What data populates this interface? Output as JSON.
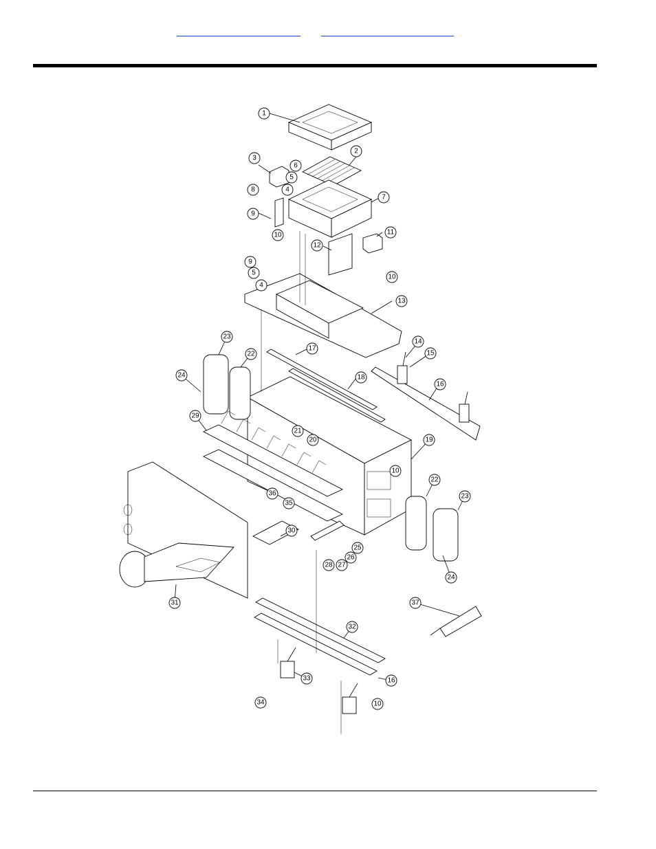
{
  "header": {
    "link_left": "",
    "link_right": ""
  },
  "callouts": [
    "1",
    "2",
    "3",
    "4",
    "5",
    "6",
    "7",
    "8",
    "9",
    "10",
    "11",
    "12",
    "13",
    "14",
    "15",
    "16",
    "17",
    "18",
    "19",
    "20",
    "21",
    "22",
    "23",
    "24",
    "25",
    "26",
    "27",
    "28",
    "29",
    "30",
    "31",
    "32",
    "33",
    "34",
    "35",
    "36",
    "37"
  ]
}
